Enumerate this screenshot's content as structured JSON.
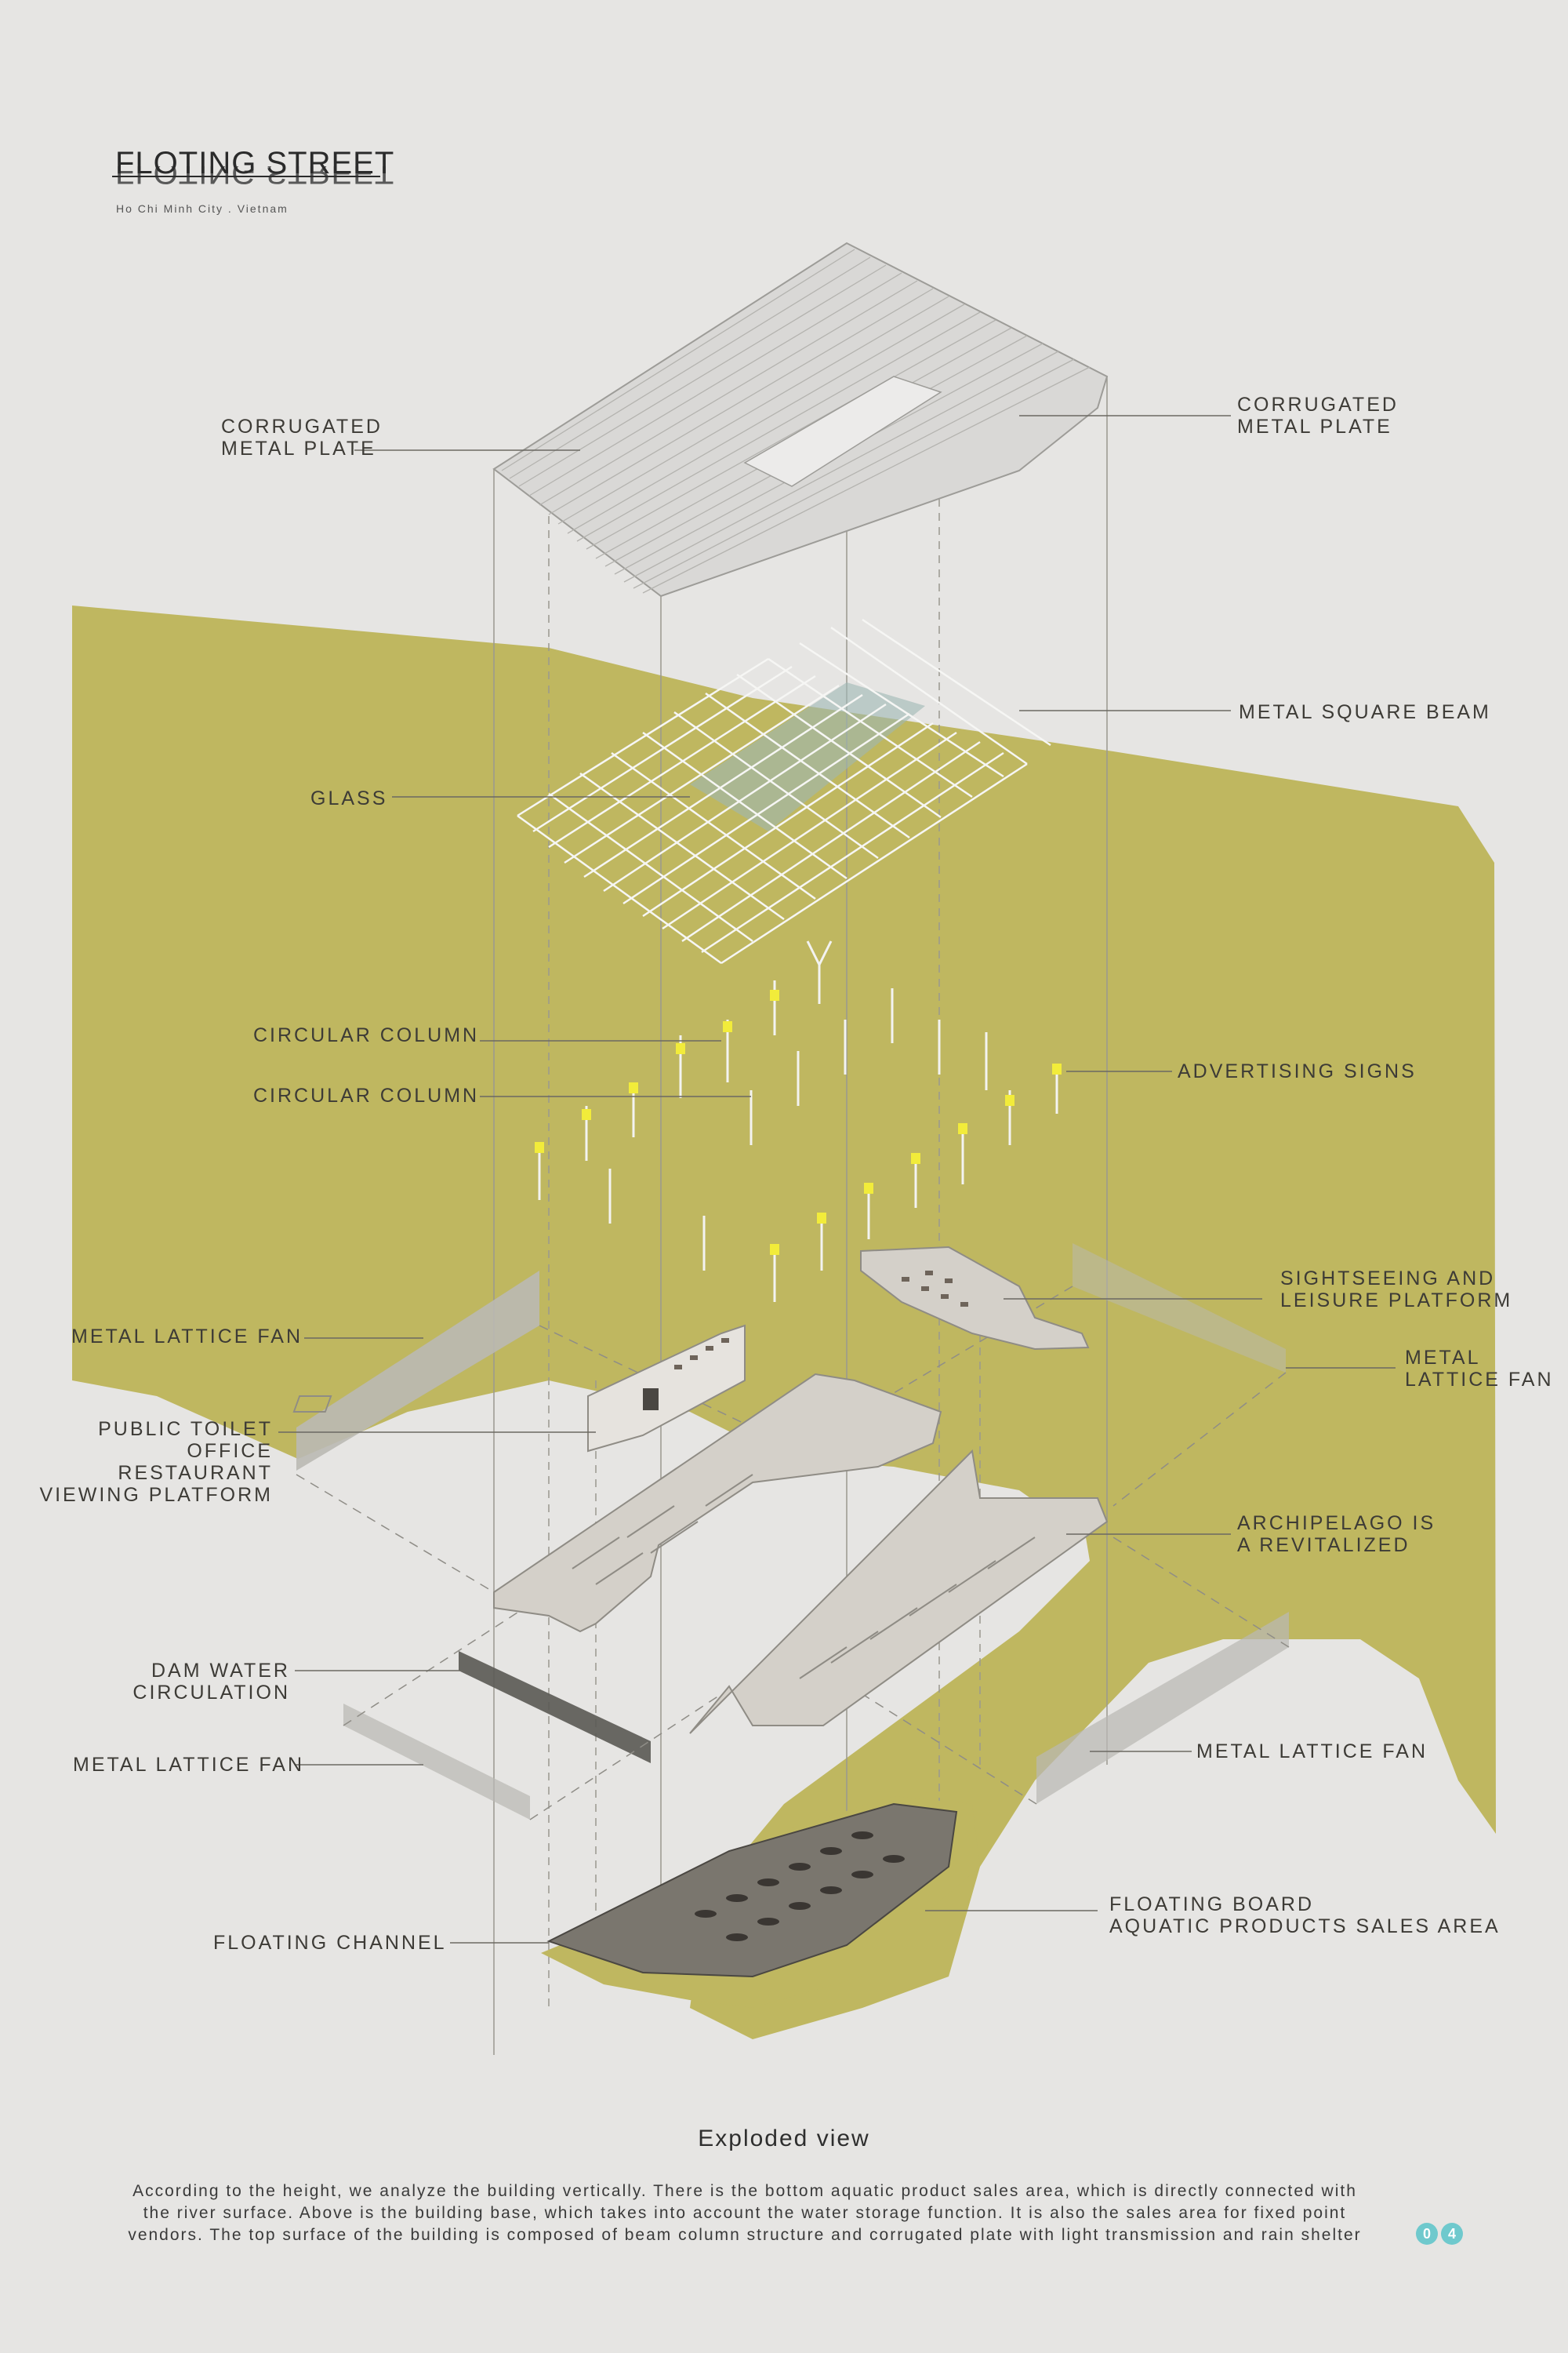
{
  "header": {
    "title": "FLOTING STREET",
    "subtitle": "Ho Chi Minh City . Vietnam"
  },
  "labels": {
    "corrugated_left": [
      "CORRUGATED",
      "METAL PLATE"
    ],
    "corrugated_right": [
      "CORRUGATED",
      "METAL PLATE"
    ],
    "metal_square_beam": "METAL SQUARE BEAM",
    "glass": "GLASS",
    "circular_column_1": "CIRCULAR COLUMN",
    "circular_column_2": "CIRCULAR COLUMN",
    "advertising_signs": "ADVERTISING SIGNS",
    "sightseeing": [
      "SIGHTSEEING AND",
      "LEISURE PLATFORM"
    ],
    "lattice_fan_left_top": "METAL LATTICE FAN",
    "lattice_fan_right_top": [
      "METAL",
      "LATTICE FAN"
    ],
    "public_toilet": [
      "PUBLIC TOILET",
      "OFFICE",
      "RESTAURANT",
      "VIEWING PLATFORM"
    ],
    "archipelago": [
      "ARCHIPELAGO IS",
      "A REVITALIZED"
    ],
    "dam_water": [
      "DAM WATER",
      "CIRCULATION"
    ],
    "lattice_fan_left_bottom": "METAL LATTICE FAN",
    "lattice_fan_right_bottom": "METAL LATTICE FAN",
    "floating_channel": "FLOATING CHANNEL",
    "floating_board": [
      "FLOATING BOARD",
      "AQUATIC PRODUCTS SALES AREA"
    ]
  },
  "caption": {
    "title": "Exploded view",
    "body": "According to the height, we analyze the building vertically. There is the bottom aquatic product sales area, which is directly connected with the river surface. Above is the building base, which takes into account the water storage function. It is also the sales area for fixed point vendors. The top surface of the building is composed of beam column structure and corrugated plate with light transmission and rain shelter"
  },
  "page_number": [
    "0",
    "4"
  ],
  "colors": {
    "background": "#e6e5e3",
    "olive": "#bfb760",
    "concrete": "#d4d0c9",
    "sign_yellow": "#f2ec3a",
    "accent_teal": "#6fc9cd"
  }
}
